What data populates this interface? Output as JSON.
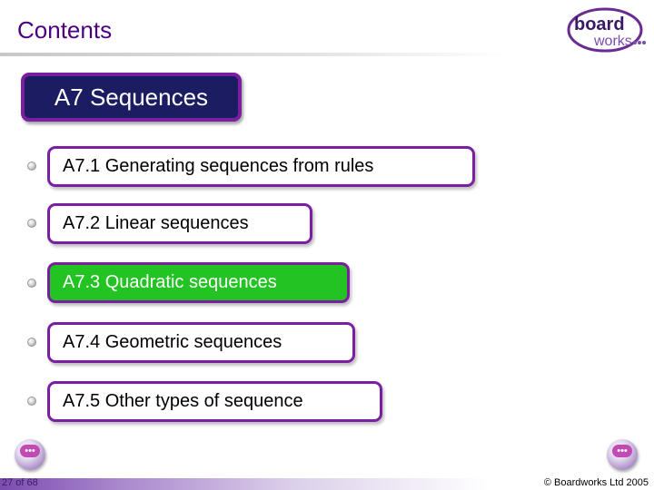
{
  "header": {
    "title": "Contents",
    "logo_line1": "board",
    "logo_line2": "works"
  },
  "section": {
    "title": "A7 Sequences"
  },
  "menu": {
    "items": [
      {
        "label": "A7.1 Generating sequences from rules",
        "active": false
      },
      {
        "label": "A7.2 Linear sequences",
        "active": false
      },
      {
        "label": "A7.3 Quadratic sequences",
        "active": true
      },
      {
        "label": "A7.4 Geometric sequences",
        "active": false
      },
      {
        "label": "A7.5 Other types of sequence",
        "active": false
      }
    ]
  },
  "nav": {
    "prev_label": "•••",
    "next_label": "•••"
  },
  "footer": {
    "slide_counter": "27 of 68",
    "copyright": "© Boardworks Ltd 2005"
  },
  "colors": {
    "title": "#4b0082",
    "border": "#7b1fa2",
    "section_bg": "#1c1c63",
    "active_bg": "#22c322"
  }
}
